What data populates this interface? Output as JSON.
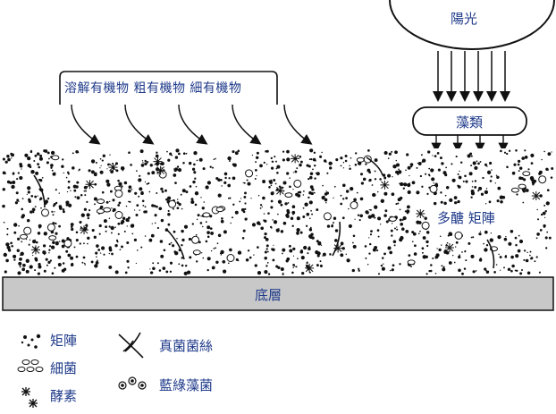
{
  "labels": {
    "sunlight": "陽光",
    "organic_matter": "溶解有機物  粗有機物  細有機物",
    "algae": "藻類",
    "polysaccharide_matrix": "多醣 矩陣",
    "substrate": "底層"
  },
  "legend": [
    {
      "icon": "matrix-dots-icon",
      "label": "矩陣"
    },
    {
      "icon": "bacteria-icon",
      "label": "細菌"
    },
    {
      "icon": "enzyme-icon",
      "label": "酵素"
    },
    {
      "icon": "fungal-hyphae-icon",
      "label": "真菌菌絲"
    },
    {
      "icon": "cyanobacteria-icon",
      "label": "藍綠藻菌"
    }
  ],
  "colors": {
    "text": "#1f3a8a",
    "line": "#111111",
    "substrate_fill": "#c8c8c8",
    "background": "#ffffff"
  }
}
